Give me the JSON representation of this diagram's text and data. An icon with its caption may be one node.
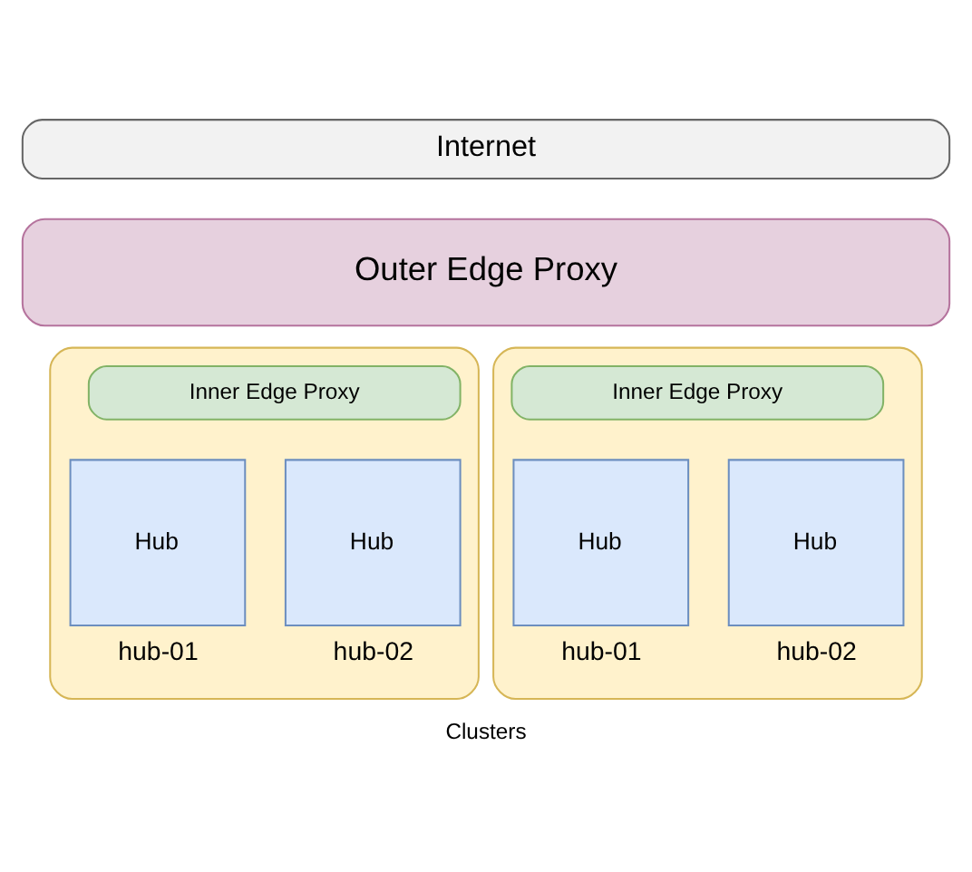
{
  "diagram": {
    "caption": "Clusters",
    "nodes": [
      {
        "text": [
          "Internet"
        ]
      },
      {
        "text": [
          "Outer Edge Proxy"
        ]
      },
      {
        "text": [],
        "shape": "box"
      },
      {
        "text": [
          "Inner Edge Proxy"
        ],
        "in": 2
      },
      {
        "text": [
          "Hub"
        ],
        "in": 2,
        "beside": [
          "hub-01"
        ]
      },
      {
        "text": [
          "Hub"
        ],
        "in": 2,
        "beside": [
          "hub-02"
        ]
      },
      {
        "text": [],
        "shape": "box"
      },
      {
        "text": [
          "Inner Edge Proxy"
        ],
        "in": 6
      },
      {
        "text": [
          "Hub"
        ],
        "in": 6,
        "beside": [
          "hub-01"
        ]
      },
      {
        "text": [
          "Hub"
        ],
        "in": 6,
        "beside": [
          "hub-02"
        ]
      }
    ],
    "edges": []
  }
}
